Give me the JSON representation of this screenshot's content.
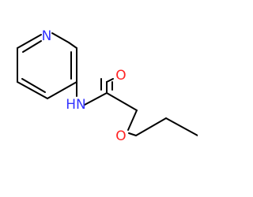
{
  "colors": {
    "background": "#ffffff",
    "carbon_bond": "#000000",
    "nitrogen": "#3333ff",
    "oxygen": "#ff2222"
  },
  "atoms": [
    {
      "id": "pyridine-n",
      "label": "N",
      "element": "N"
    },
    {
      "id": "amine-nh",
      "label": "HN",
      "element": "N"
    },
    {
      "id": "carbonyl-o",
      "label": "O",
      "element": "O"
    },
    {
      "id": "ester-o",
      "label": "O",
      "element": "O"
    }
  ]
}
